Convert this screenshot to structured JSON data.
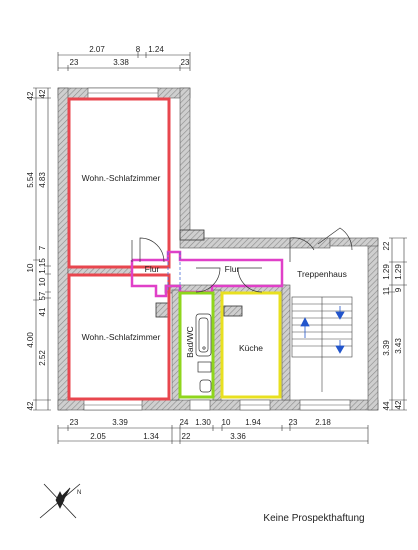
{
  "rooms": {
    "living_top": "Wohn.-Schlafzimmer",
    "living_bottom": "Wohn.-Schlafzimmer",
    "hall_left": "Flur",
    "hall_right": "Flur",
    "stairwell": "Treppenhaus",
    "bath": "Bad/WC",
    "kitchen": "Küche"
  },
  "disclaimer": "Keine Prospekthaftung",
  "dimensions": {
    "top_row1": [
      "2.07",
      "8",
      "1.24"
    ],
    "top_row2": [
      "23",
      "3.38",
      "23"
    ],
    "left_outer": [
      "42",
      "5.54",
      "10",
      "4.00",
      "42"
    ],
    "left_inner": [
      "42",
      "4.83",
      "7",
      "1.15",
      "10",
      "57",
      "41",
      "2.52"
    ],
    "right_outer": [
      "22",
      "1.29",
      "11",
      "3.39",
      "44"
    ],
    "right_inner": [
      "1.29",
      "9",
      "3.43",
      "42"
    ],
    "bottom_row1": [
      "23",
      "3.39",
      "24",
      "1.30",
      "10",
      "1.94",
      "23",
      "2.18"
    ],
    "bottom_row2": [
      "2.05",
      "1.34",
      "22",
      "3.36"
    ]
  },
  "colors": {
    "living_outline": "#e8464e",
    "hall_outline": "#e040c8",
    "bath_outline": "#8fd61c",
    "kitchen_outline": "#e8e020",
    "wall": "#9a9a9a"
  },
  "icons": {
    "compass": "north-arrow-icon",
    "stairs": "stair-arrow-icon"
  }
}
